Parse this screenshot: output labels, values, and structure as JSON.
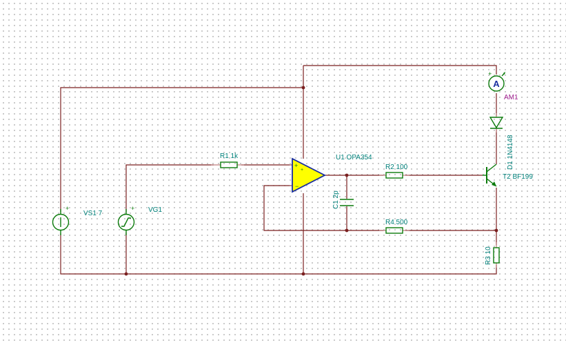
{
  "labels": {
    "vs1": "VS1 7",
    "vg1": "VG1",
    "r1": "R1 1k",
    "u1": "U1 OPA354",
    "r2": "R2 100",
    "c1": "C1 2p",
    "r4": "R4 500",
    "r3": "R3 10",
    "d1": "D1 1N4148",
    "t2": "T2 BF199",
    "am1": "AM1",
    "am_symbol": "A"
  },
  "colors": {
    "wire": "#7a1f1f",
    "component": "#0a7a0a",
    "opamp_fill": "#ffff00",
    "opamp_outline": "#1a2ea0",
    "label": "#00807a",
    "ammeter_label": "#a0208f"
  }
}
